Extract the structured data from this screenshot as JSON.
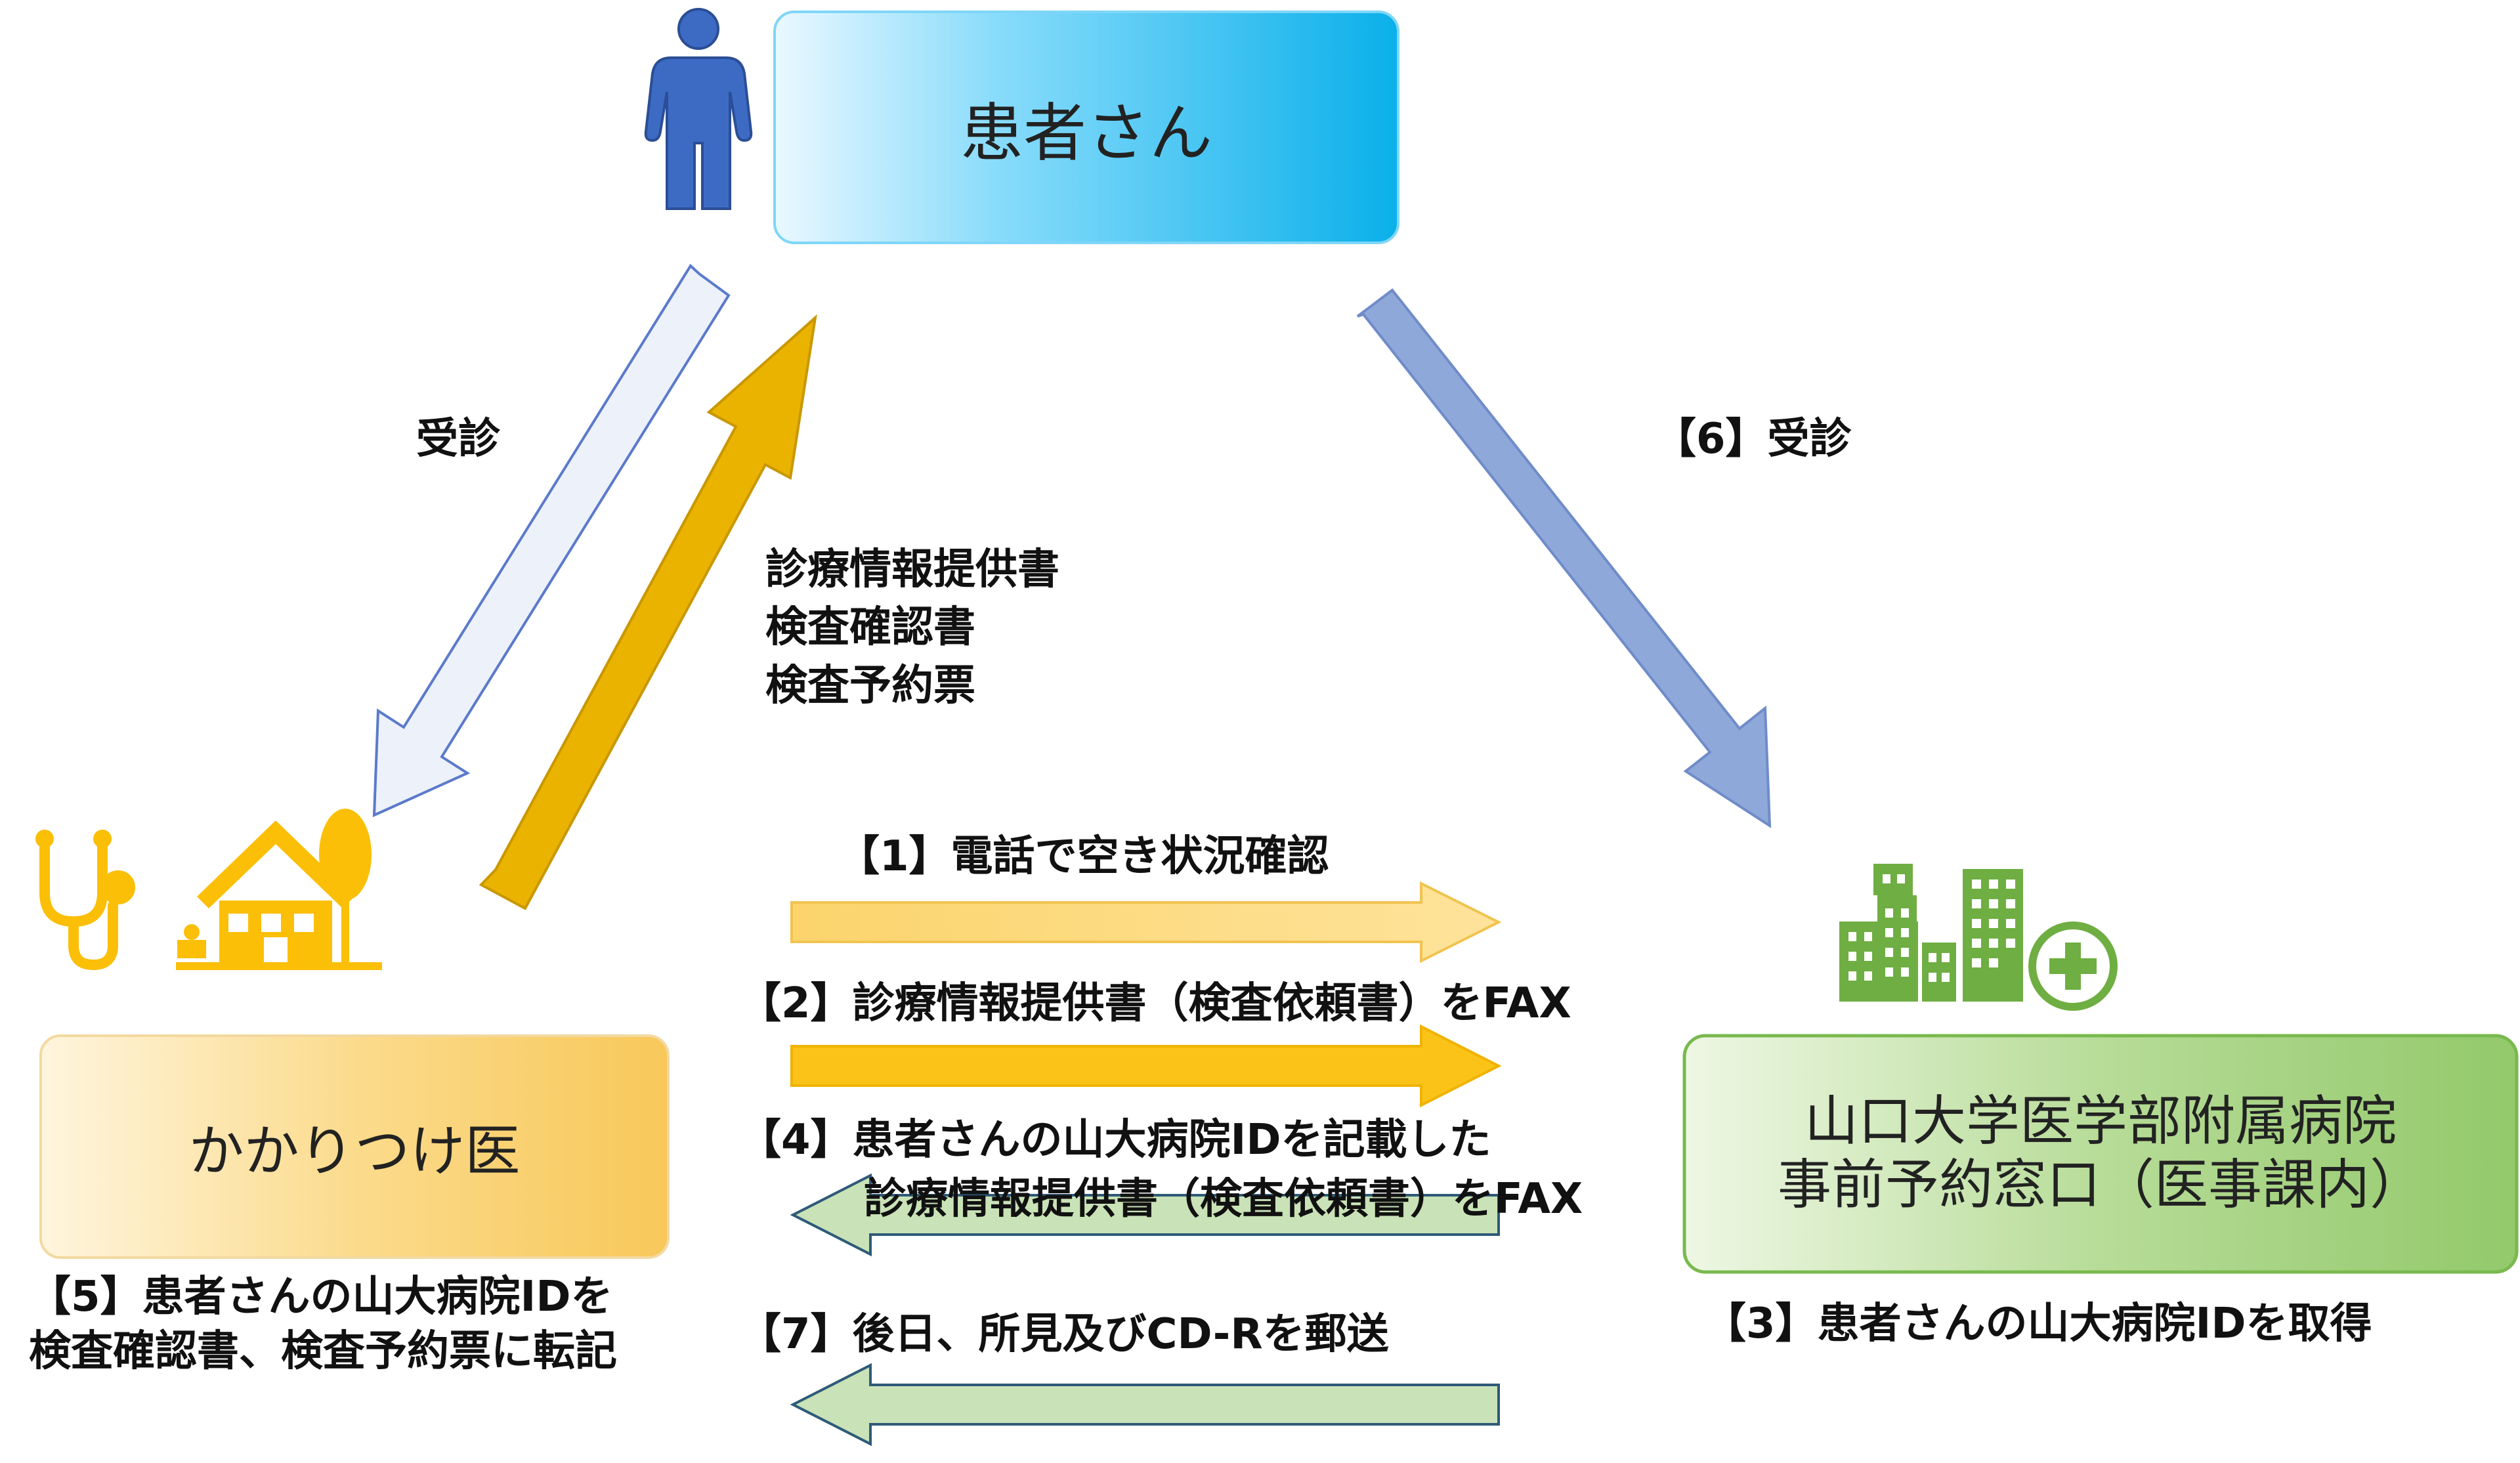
{
  "nodes": {
    "patient": "患者さん",
    "family_doctor": "かかりつけ医",
    "hospital": {
      "line1": "山口大学医学部附属病院",
      "line2": "事前予約窓口（医事課内）"
    }
  },
  "edges": {
    "visit_family_doctor": "受診",
    "documents": [
      "診療情報提供書",
      "検査確認書",
      "検査予約票"
    ],
    "visit_hospital": "【6】受診",
    "step1": "【1】電話で空き状況確認",
    "step2": "【2】診療情報提供書（検査依頼書）をFAX",
    "step4_line1": "【4】患者さんの山大病院IDを記載した",
    "step4_line2": "診療情報提供書（検査依頼書）をFAX",
    "step7": "【7】後日、所見及びCD-Rを郵送"
  },
  "notes": {
    "step5_line1": "【5】患者さんの山大病院IDを",
    "step5_line2": "検査確認書、検査予約票に転記",
    "step3": "【3】患者さんの山大病院IDを取得"
  },
  "colors": {
    "patient_box": "#3FC0F2",
    "doctor_box": "#F9CB5C",
    "hospital_box": "#9ACD74",
    "arrow_yellow": "#E9B300",
    "arrow_blue": "#8FA8DA",
    "arrow_light_blue": "#EDF1FA",
    "arrow_green": "#C9E2B7",
    "icon_blue": "#3D6BC4",
    "icon_yellow": "#FBBF08",
    "icon_green": "#6FAE42"
  }
}
